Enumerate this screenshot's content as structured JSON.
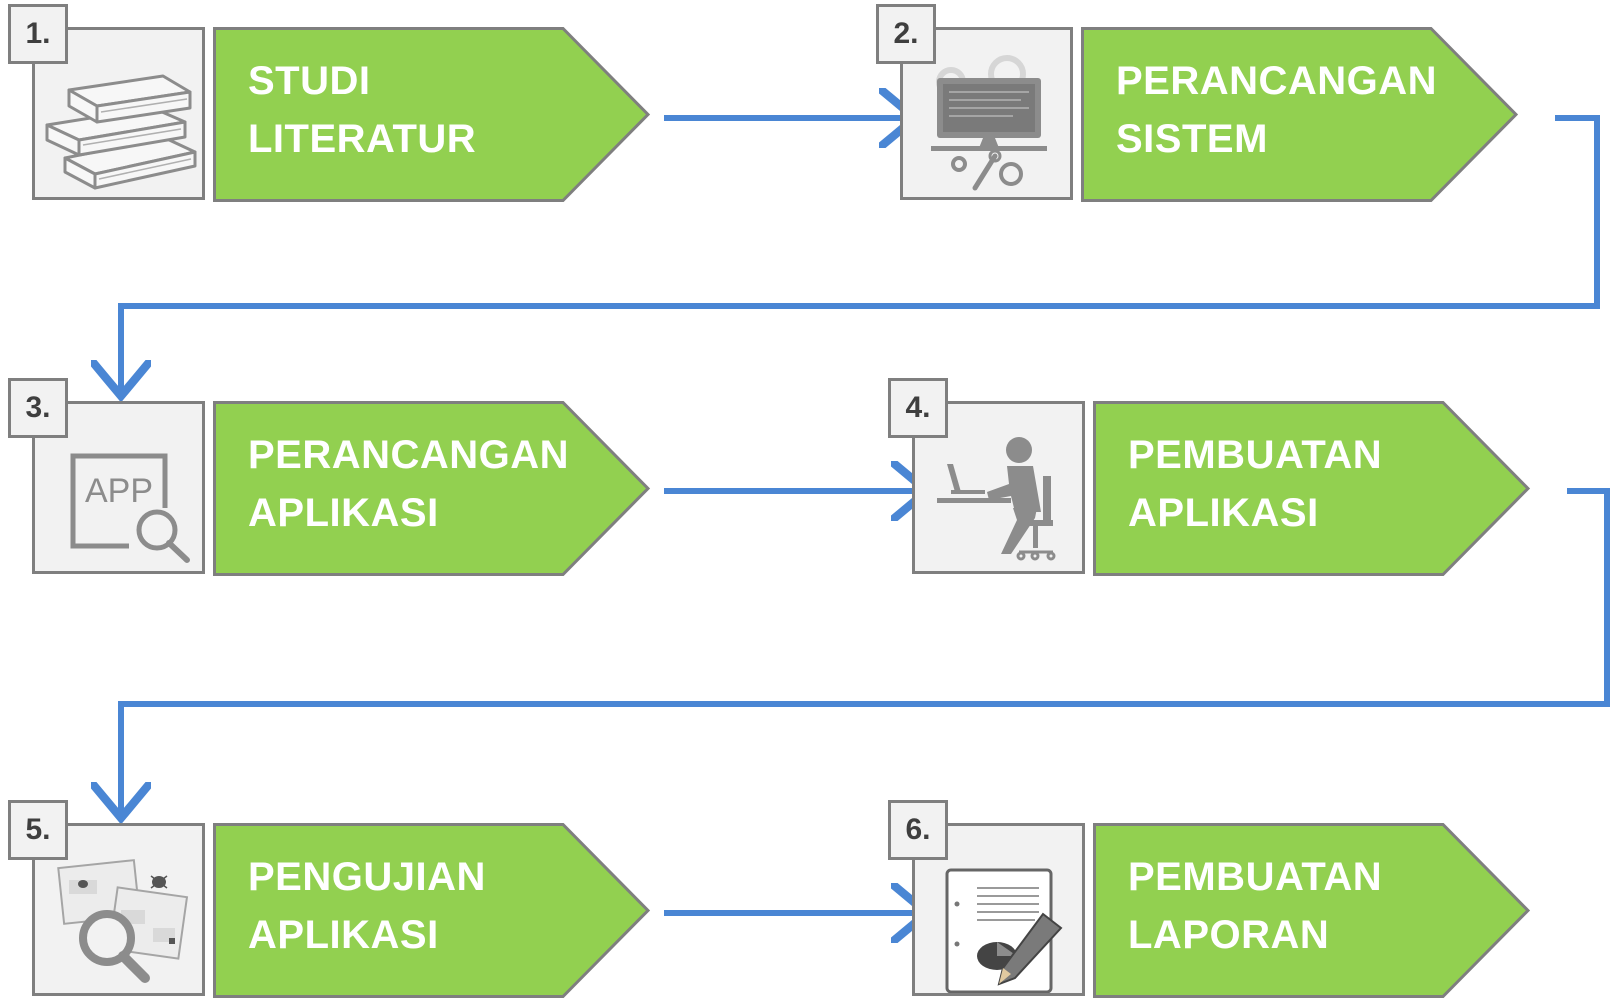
{
  "colors": {
    "arrow_fill": "#92d050",
    "arrow_border": "#7f7f7f",
    "connector": "#4a86d4",
    "icon_gray": "#7f7f7f"
  },
  "steps": [
    {
      "number": "1.",
      "line1": "STUDI",
      "line2": "LITERATUR",
      "icon": "books-icon"
    },
    {
      "number": "2.",
      "line1": "PERANCANGAN",
      "line2": "SISTEM",
      "icon": "monitor-gears-icon"
    },
    {
      "number": "3.",
      "line1": "PERANCANGAN",
      "line2": "APLIKASI",
      "icon": "app-search-icon",
      "icon_text": "APP"
    },
    {
      "number": "4.",
      "line1": "PEMBUATAN",
      "line2": "APLIKASI",
      "icon": "person-at-laptop-icon"
    },
    {
      "number": "5.",
      "line1": "PENGUJIAN",
      "line2": "APLIKASI",
      "icon": "bug-search-icon"
    },
    {
      "number": "6.",
      "line1": "PEMBUATAN",
      "line2": "LAPORAN",
      "icon": "report-pencil-icon"
    }
  ]
}
